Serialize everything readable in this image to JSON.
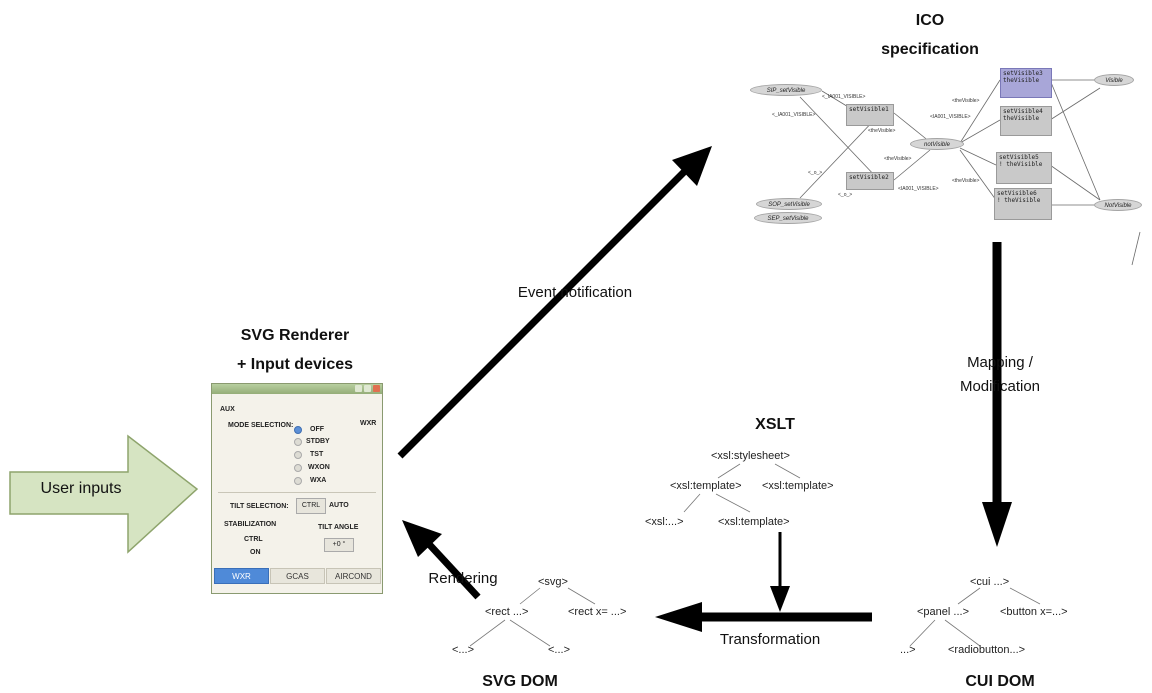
{
  "labels": {
    "ico_title_line1": "ICO",
    "ico_title_line2": "specification",
    "renderer_title_line1": "SVG Renderer",
    "renderer_title_line2": "+ Input devices",
    "user_inputs": "User inputs",
    "event_notification": "Event notification",
    "mapping_line1": "Mapping /",
    "mapping_line2": "Modification",
    "xslt": "XSLT",
    "rendering": "Rendering",
    "transformation": "Transformation",
    "svg_dom": "SVG DOM",
    "cui_dom": "CUI DOM"
  },
  "xslt_tree": {
    "root": "<xsl:stylesheet>",
    "child_left": "<xsl:template>",
    "child_right": "<xsl:template>",
    "grandchild_left": "<xsl:...>",
    "grandchild_right": "<xsl:template>"
  },
  "svg_tree": {
    "root": "<svg>",
    "child_left": "<rect ...>",
    "child_right": "<rect x= ...>",
    "grandchild_left": "<...>",
    "grandchild_right": "<...>"
  },
  "cui_tree": {
    "root": "<cui ...>",
    "child_left": "<panel ...>",
    "child_right": "<button x=...>",
    "grandchild_left": "...>",
    "grandchild_right": "<radiobutton...>"
  },
  "renderer_window": {
    "section": "AUX",
    "mode_selection": "MODE SELECTION:",
    "wxr_corner": "WXR",
    "modes": [
      "OFF",
      "STDBY",
      "TST",
      "WXON",
      "WXA"
    ],
    "tilt_selection": "TILT SELECTION:",
    "ctrl_button": "CTRL",
    "auto": "AUTO",
    "stabilization": "STABILIZATION",
    "tilt_angle": "TILT ANGLE",
    "stab_ctrl": "CTRL",
    "stab_on": "ON",
    "angle_value": "+0 °",
    "tabs": [
      "WXR",
      "GCAS",
      "AIRCOND"
    ]
  },
  "ico_net": {
    "places": [
      "SIP_setVisible",
      "SOP_setVisible",
      "SEP_setVisible",
      "notVisible",
      "Visible",
      "NotVisible"
    ],
    "transitions": [
      {
        "name": "setVisible1",
        "code": ""
      },
      {
        "name": "setVisible2",
        "code": ""
      },
      {
        "name": "setVisible3",
        "code": "theVisible"
      },
      {
        "name": "setVisible4",
        "code": "theVisible"
      },
      {
        "name": "setVisible5",
        "code": "! theVisible"
      },
      {
        "name": "setVisible6",
        "code": "! theVisible"
      }
    ],
    "arc_labels": [
      "<_IA001_VISIBLE>",
      "<_IA001_VISIBLE>",
      "<IA001_VISIBLE>",
      "<IA001_VISIBLE>",
      "<theVisible>",
      "<theVisible>",
      "<theVisible>",
      "<theVisible>",
      "<_o_>",
      "<_o_>"
    ]
  },
  "colors": {
    "user_arrow_fill": "#d6e4c2",
    "user_arrow_stroke": "#8ea46c",
    "arrow": "#000000",
    "purple_transition": "#a8a6d8"
  }
}
